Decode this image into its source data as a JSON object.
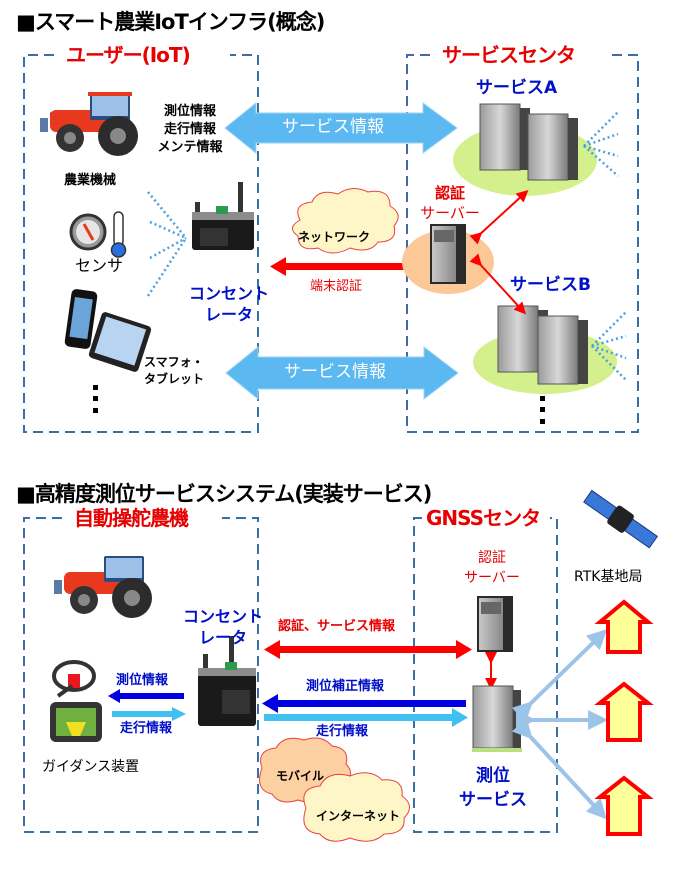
{
  "section1": {
    "title": "■スマート農業IoTインフラ(概念)",
    "user_box_label": "ユーザー(IoT)",
    "center_box_label": "サービスセンタ",
    "tractor_info": [
      "測位情報",
      "走行情報",
      "メンテ情報"
    ],
    "tractor_label": "農業機械",
    "sensor_label": "センサ",
    "smartphone_label": [
      "スマフォ・",
      "タブレット"
    ],
    "concentrator_label": [
      "コンセント",
      "レータ"
    ],
    "network_label": "ネットワーク",
    "terminal_auth_label": "端末認証",
    "service_info_top": "サービス情報",
    "service_info_bottom": "サービス情報",
    "auth_server_label": [
      "認証",
      "サーバー"
    ],
    "service_a_label": "サービスA",
    "service_b_label": "サービスB",
    "ellipsis": "⋮"
  },
  "section2": {
    "title": "■高精度測位サービスシステム(実装サービス)",
    "tractor_box_label": "自動操舵農機",
    "gnss_box_label": "GNSSセンタ",
    "concentrator_label": [
      "コンセント",
      "レータ"
    ],
    "positioning_info": "測位情報",
    "driving_info": "走行情報",
    "guidance_label": "ガイダンス装置",
    "auth_service_info": "認証、サービス情報",
    "correction_info": "測位補正情報",
    "driving_info_2": "走行情報",
    "mobile_label": "モバイル",
    "internet_label": "インターネット",
    "auth_server_label": [
      "認証",
      "サーバー"
    ],
    "positioning_service_label": [
      "測位",
      "サービス"
    ],
    "rtk_label": "RTK基地局"
  },
  "colors": {
    "box_border": "#3a6fa5",
    "label_red": "#e60000",
    "label_blue": "#0010c8",
    "arrow_lightblue": "#5bb8f0",
    "arrow_red": "#ff0000",
    "arrow_darkblue": "#0000e0",
    "arrow_cyan": "#40c0f0",
    "cloud_fill": "#fff6c8",
    "ground_green": "#d4f08c",
    "ground_orange": "#fcc898",
    "house_fill": "#ffff99"
  }
}
